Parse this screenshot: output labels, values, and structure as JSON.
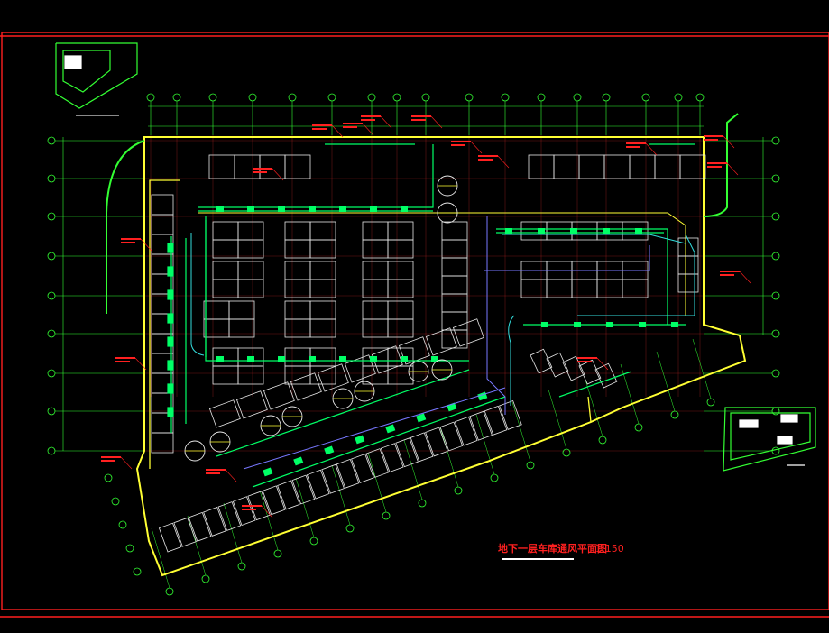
{
  "drawing": {
    "title": "地下一层车库通风平面图",
    "scale": "1:150"
  },
  "colors": {
    "background": "#000000",
    "frame": "#ff1f1f",
    "wall": "#ffff33",
    "grid": "#33ff33",
    "parking": "#e8e8e8",
    "duct": "#00ff66",
    "pipe": "#7777ff",
    "annotation": "#ff2020",
    "cyan": "#33dddd"
  },
  "icons": {
    "key_plan_top_left": "key-plan-thumbnail",
    "key_plan_bottom_right": "key-plan-thumbnail",
    "grid_bubble": "axis-bubble"
  }
}
